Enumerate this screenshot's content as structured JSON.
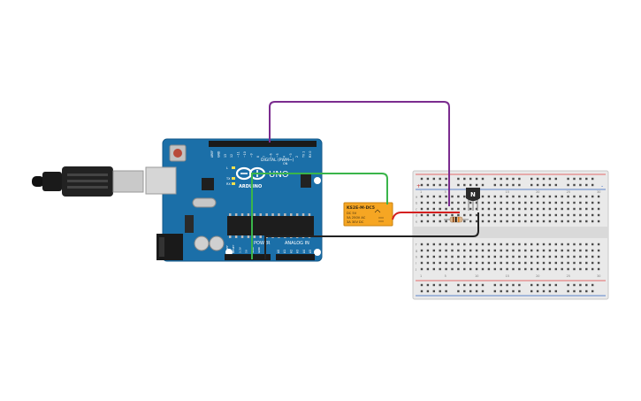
{
  "arduino": {
    "logo_text": "UNO",
    "brand_text": "ARDUINO",
    "digital_label": "DIGITAL (PWM~)",
    "power_label": "POWER",
    "analog_label": "ANALOG IN",
    "tx_label": "TX",
    "rx_label": "RX",
    "l_label": "L",
    "on_label": "ON",
    "digital_pins": [
      "AREF",
      "GND",
      "13",
      "12",
      "~11",
      "~10",
      "~9",
      "8",
      "7",
      "~6",
      "~5",
      "4",
      "~3",
      "2",
      "TX 1",
      "RX 0"
    ],
    "power_pins": [
      "IOREF",
      "RESET",
      "3.3V",
      "5V",
      "GND",
      "GND",
      "Vin"
    ],
    "analog_pins": [
      "A0",
      "A1",
      "A2",
      "A3",
      "A4",
      "A5"
    ]
  },
  "relay": {
    "line1": "KS2E-M-DC5",
    "line2": "DC 5V",
    "line3": "5A 250V AC",
    "line4": "3A 30V DC"
  },
  "transistor": {
    "label": "N"
  },
  "breadboard": {
    "columns": [
      "1",
      "5",
      "10",
      "15",
      "20",
      "25",
      "30"
    ],
    "rows_top": [
      "a",
      "b",
      "c",
      "d",
      "e"
    ],
    "rows_bottom": [
      "f",
      "g",
      "h",
      "i",
      "j"
    ],
    "plus_label": "+",
    "minus_label": "-"
  },
  "wire_colors": {
    "purple": "#7b2c8f",
    "green": "#3ab54a",
    "black": "#222222",
    "red": "#d42020"
  }
}
